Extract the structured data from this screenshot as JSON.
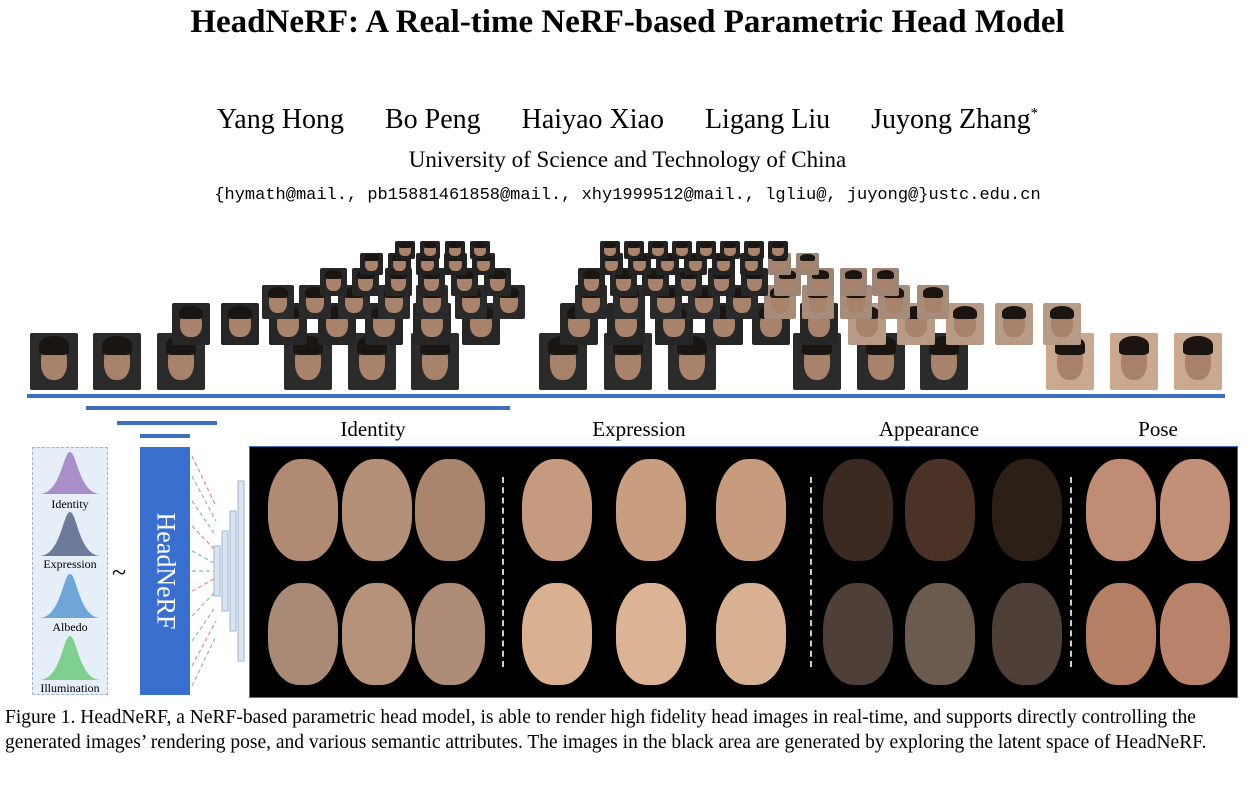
{
  "paper": {
    "title": "HeadNeRF: A Real-time NeRF-based Parametric Head Model",
    "authors": [
      "Yang Hong",
      "Bo Peng",
      "Haiyao Xiao",
      "Ligang Liu",
      "Juyong Zhang"
    ],
    "corresponding_mark": "*",
    "affiliation": "University of Science and Technology of China",
    "emails": "{hymath@mail., pb15881461858@mail., xhy1999512@mail., lgliu@, juyong@}ustc.edu.cn"
  },
  "figure": {
    "latent_labels": [
      "Identity",
      "Expression",
      "Albedo",
      "Illumination"
    ],
    "tilde": "~",
    "model_name": "HeadNeRF",
    "sections": [
      "Identity",
      "Expression",
      "Appearance",
      "Pose"
    ],
    "caption": "Figure 1. HeadNeRF, a NeRF-based parametric head model, is able to render high fidelity head images in real-time, and supports directly controlling the generated images’ rendering pose, and various semantic attributes. The images in the black area are generated by exploring the latent space of HeadNeRF."
  },
  "colors": {
    "accent_blue": "#3e6fbf",
    "decoder_blue": "#3a6fd0",
    "identity_dist": "#a98fc9",
    "expression_dist": "#6d7a9a",
    "albedo_dist": "#6ea6d8",
    "illumination_dist": "#7fcf8f"
  }
}
